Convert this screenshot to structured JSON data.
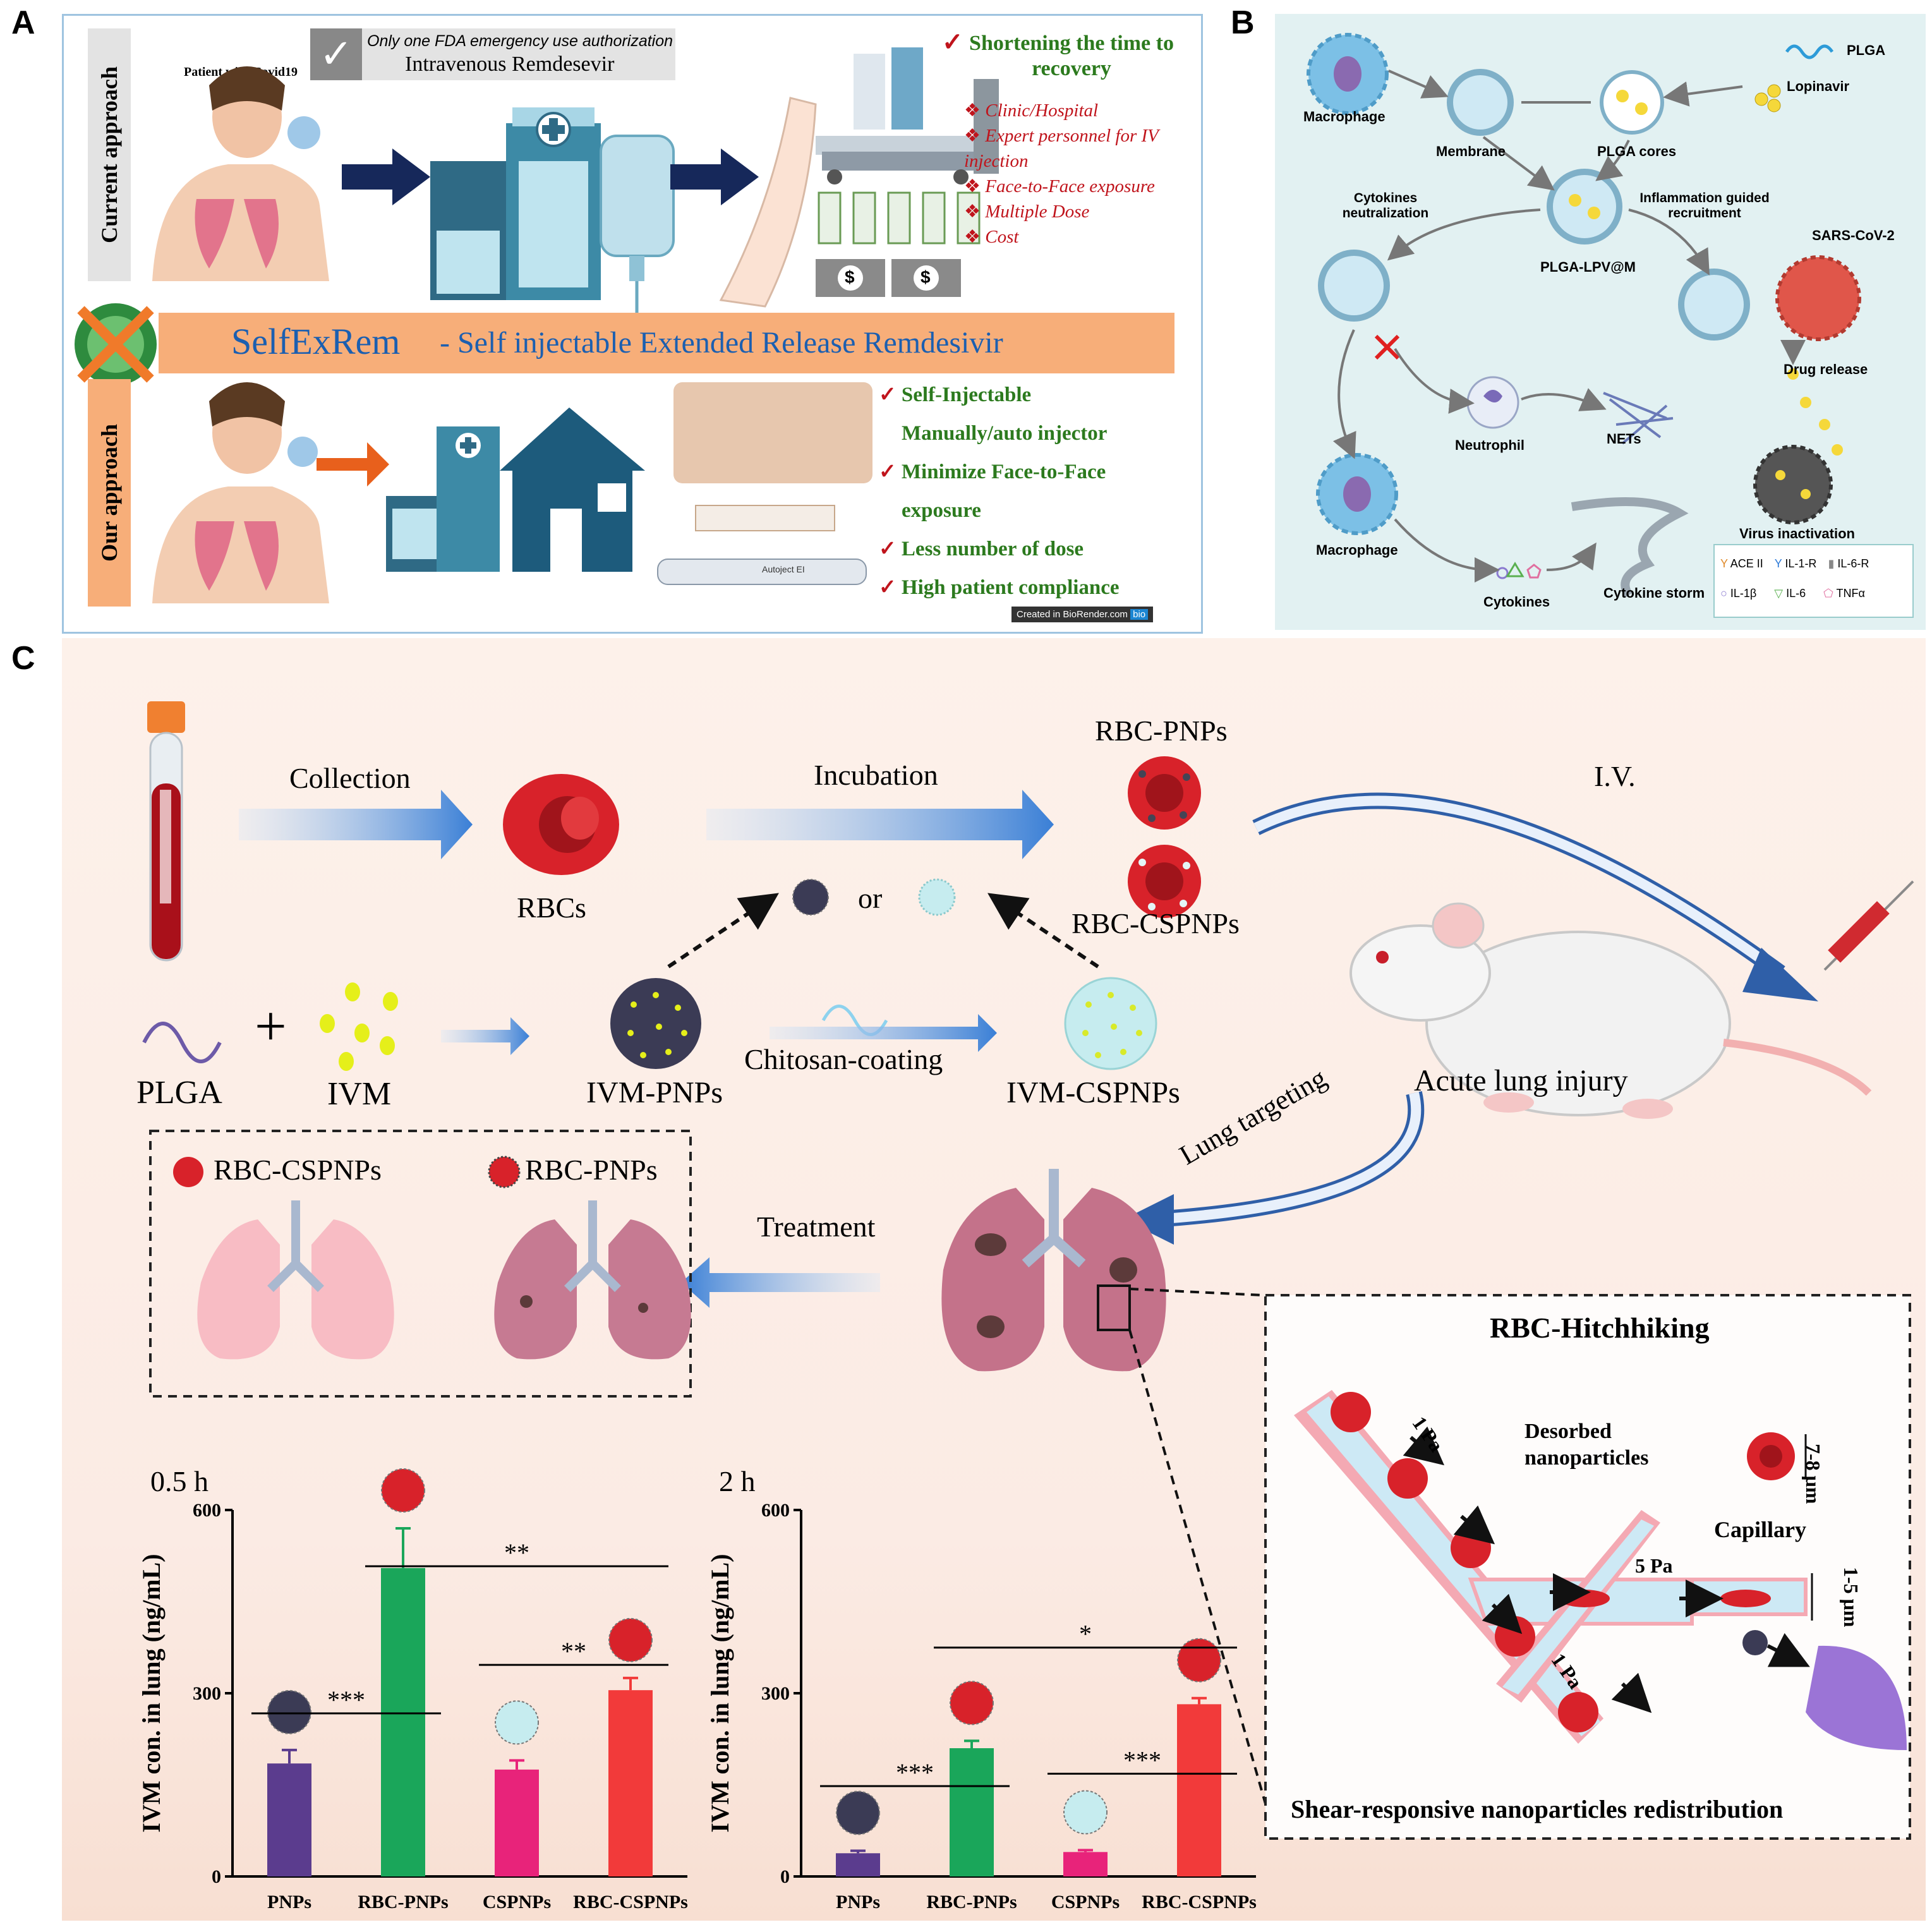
{
  "panels": {
    "a": "A",
    "b": "B",
    "c": "C"
  },
  "panel_a": {
    "banner_small": "Only one FDA emergency use authorization",
    "banner_main": "Intravenous Remdesevir",
    "current_label": "Current approach",
    "our_label": "Our approach",
    "patient_label": "Patient with Covid19",
    "benefit_head": "Shortening the time to recovery",
    "drawbacks": [
      "Clinic/Hospital",
      "Expert personnel for IV injection",
      "Face-to-Face exposure",
      "Multiple Dose",
      "Cost"
    ],
    "selfexrem": "SelfExRem",
    "selfexrem_desc": "- Self injectable Extended Release Remdesivir",
    "benefits": [
      "Self-Injectable",
      "Manually/auto injector",
      "Minimize Face-to-Face",
      "exposure",
      "Less number of dose",
      "High patient compliance"
    ],
    "credit": "Created in BioRender.com",
    "credit_logo": "bio",
    "autoject_label": "Autoject EI",
    "money_symbol": "$"
  },
  "panel_b": {
    "labels": {
      "macrophage": "Macrophage",
      "membrane": "Membrane",
      "plga": "PLGA",
      "lopinavir": "Lopinavir",
      "plga_cores": "PLGA cores",
      "cytokines_neutralization": "Cytokines neutralization",
      "plga_lpv": "PLGA-LPV@M",
      "inflammation": "Inflammation guided recruitment",
      "sars": "SARS-CoV-2",
      "drug_release": "Drug release",
      "neutrophil": "Neutrophil",
      "nets": "NETs",
      "macrophage2": "Macrophage",
      "cytokines": "Cytokines",
      "cytokine_storm": "Cytokine storm",
      "virus_inactivation": "Virus inactivation"
    },
    "legend": [
      "ACE II",
      "IL-1-R",
      "IL-6-R",
      "IL-1β",
      "IL-6",
      "TNFα"
    ]
  },
  "panel_c": {
    "collection": "Collection",
    "rbcs": "RBCs",
    "incubation": "Incubation",
    "or": "or",
    "rbc_pnps": "RBC-PNPs",
    "rbc_cspnps": "RBC-CSPNPs",
    "iv": "I.V.",
    "plga": "PLGA",
    "plus": "+",
    "ivm": "IVM",
    "ivm_pnps": "IVM-PNPs",
    "chitosan": "Chitosan-coating",
    "ivm_cspnps": "IVM-CSPNPs",
    "acute": "Acute lung injury",
    "lung_targeting": "Lung targeting",
    "treatment": "Treatment",
    "box_rbc_cspnps": "RBC-CSPNPs",
    "box_rbc_pnps": "RBC-PNPs",
    "hitch_title": "RBC-Hitchhiking",
    "desorbed": "Desorbed nanoparticles",
    "capillary": "Capillary",
    "size_rbc": "7-8 μm",
    "size_cap": "1-5 μm",
    "pa1": "1 Pa",
    "pa5": "5 Pa",
    "pa1b": "1 Pa",
    "hitch_bottom": "Shear-responsive nanoparticles redistribution"
  },
  "chart_data": [
    {
      "type": "bar",
      "title": "0.5 h",
      "ylabel": "IVM con. in lung (ng/mL)",
      "ylim": [
        0,
        600
      ],
      "yticks": [
        "0",
        "300",
        "600"
      ],
      "categories": [
        "PNPs",
        "RBC-PNPs",
        "CSPNPs",
        "RBC-CSPNPs"
      ],
      "values": [
        185,
        505,
        175,
        305
      ],
      "errors": [
        22,
        65,
        15,
        20
      ],
      "colors": [
        "#5b3c8e",
        "#1aa65a",
        "#e8237a",
        "#f23a3a"
      ],
      "significance": [
        {
          "label": "***",
          "from": 0,
          "to": 1
        },
        {
          "label": "**",
          "from": 1,
          "to": 3
        },
        {
          "label": "**",
          "from": 2,
          "to": 3
        }
      ]
    },
    {
      "type": "bar",
      "title": "2 h",
      "ylabel": "IVM con. in lung (ng/mL)",
      "ylim": [
        0,
        600
      ],
      "yticks": [
        "0",
        "300",
        "600"
      ],
      "categories": [
        "PNPs",
        "RBC-PNPs",
        "CSPNPs",
        "RBC-CSPNPs"
      ],
      "values": [
        38,
        210,
        40,
        282
      ],
      "errors": [
        4,
        12,
        3,
        10
      ],
      "colors": [
        "#5b3c8e",
        "#1aa65a",
        "#e8237a",
        "#f23a3a"
      ],
      "significance": [
        {
          "label": "***",
          "from": 0,
          "to": 1
        },
        {
          "label": "*",
          "from": 1,
          "to": 3
        },
        {
          "label": "***",
          "from": 2,
          "to": 3
        }
      ]
    }
  ]
}
